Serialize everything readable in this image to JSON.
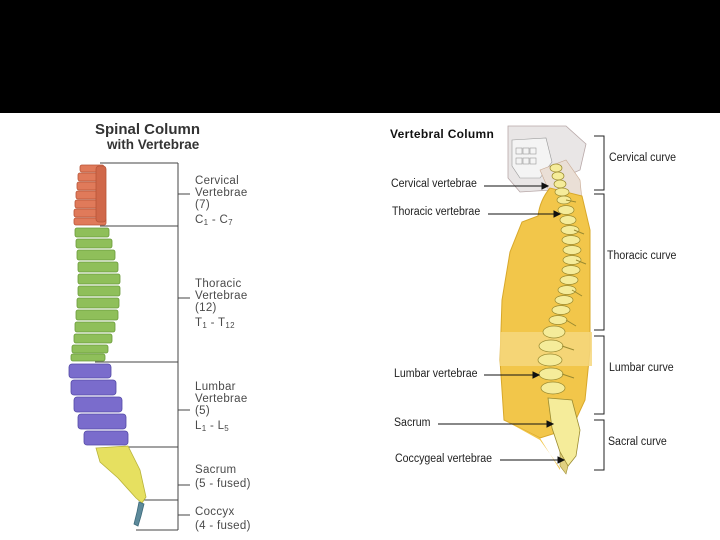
{
  "left_figure": {
    "title_line1": "Spinal Column",
    "title_line2": "with Vertebrae",
    "regions": [
      {
        "name": "Cervical",
        "name2": "Vertebrae",
        "count": "(7)",
        "first": "C",
        "first_sub": "1",
        "sep": " - ",
        "last": "C",
        "last_sub": "7",
        "color": "#e07a5a"
      },
      {
        "name": "Thoracic",
        "name2": "Vertebrae",
        "count": "(12)",
        "first": "T",
        "first_sub": "1",
        "sep": " - ",
        "last": "T",
        "last_sub": "12",
        "color": "#8fbf5a"
      },
      {
        "name": "Lumbar",
        "name2": "Vertebrae",
        "count": "(5)",
        "first": "L",
        "first_sub": "1",
        "sep": " - ",
        "last": "L",
        "last_sub": "5",
        "color": "#7a6ccc"
      },
      {
        "name": "Sacrum",
        "count": "(5 - fused)",
        "color": "#e6e060"
      },
      {
        "name": "Coccyx",
        "count": "(4 - fused)",
        "color": "#5d8a9b"
      }
    ]
  },
  "right_figure": {
    "title": "Vertebral Column",
    "left_labels": [
      "Cervical vertebrae",
      "Thoracic vertebrae",
      "Lumbar vertebrae",
      "Sacrum",
      "Coccygeal vertebrae"
    ],
    "right_labels": [
      "Cervical curve",
      "Thoracic curve",
      "Lumbar curve",
      "Sacral curve"
    ],
    "body_color": "#f2c64a",
    "bone_color": "#f5ec9a"
  }
}
